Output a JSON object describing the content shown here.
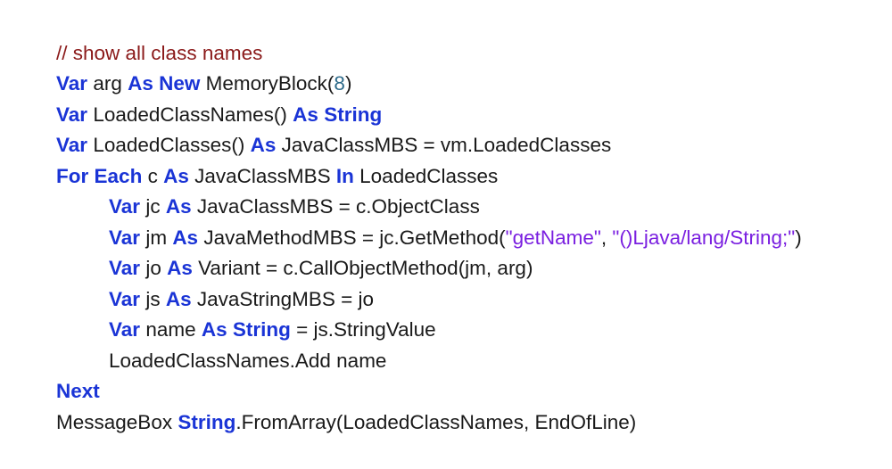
{
  "colors": {
    "keyword": "#1a34d6",
    "comment": "#8b1a1a",
    "number": "#2e6b8a",
    "string": "#7a1fe0",
    "text": "#1a1a1a",
    "background": "#ffffff"
  },
  "code": {
    "lines": [
      [
        {
          "t": "cm",
          "v": "// show all class names"
        }
      ],
      [
        {
          "t": "kw",
          "v": "Var"
        },
        {
          "t": "tx",
          "v": " arg "
        },
        {
          "t": "kw",
          "v": "As"
        },
        {
          "t": "tx",
          "v": " "
        },
        {
          "t": "kw",
          "v": "New"
        },
        {
          "t": "tx",
          "v": " MemoryBlock("
        },
        {
          "t": "num",
          "v": "8"
        },
        {
          "t": "tx",
          "v": ")"
        }
      ],
      [
        {
          "t": "kw",
          "v": "Var"
        },
        {
          "t": "tx",
          "v": " LoadedClassNames() "
        },
        {
          "t": "kw",
          "v": "As"
        },
        {
          "t": "tx",
          "v": " "
        },
        {
          "t": "kw",
          "v": "String"
        }
      ],
      [
        {
          "t": "kw",
          "v": "Var"
        },
        {
          "t": "tx",
          "v": " LoadedClasses() "
        },
        {
          "t": "kw",
          "v": "As"
        },
        {
          "t": "tx",
          "v": " JavaClassMBS = vm.LoadedClasses"
        }
      ],
      [
        {
          "t": "kw",
          "v": "For"
        },
        {
          "t": "tx",
          "v": " "
        },
        {
          "t": "kw",
          "v": "Each"
        },
        {
          "t": "tx",
          "v": " c "
        },
        {
          "t": "kw",
          "v": "As"
        },
        {
          "t": "tx",
          "v": " JavaClassMBS "
        },
        {
          "t": "kw",
          "v": "In"
        },
        {
          "t": "tx",
          "v": " LoadedClasses"
        }
      ],
      [
        {
          "t": "kw",
          "v": "Var"
        },
        {
          "t": "tx",
          "v": " jc "
        },
        {
          "t": "kw",
          "v": "As"
        },
        {
          "t": "tx",
          "v": " JavaClassMBS = c.ObjectClass"
        }
      ],
      [
        {
          "t": "kw",
          "v": "Var"
        },
        {
          "t": "tx",
          "v": " jm "
        },
        {
          "t": "kw",
          "v": "As"
        },
        {
          "t": "tx",
          "v": " JavaMethodMBS = jc.GetMethod("
        },
        {
          "t": "str",
          "v": "\"getName\""
        },
        {
          "t": "tx",
          "v": ", "
        },
        {
          "t": "str",
          "v": "\"()Ljava/lang/String;\""
        },
        {
          "t": "tx",
          "v": ")"
        }
      ],
      [
        {
          "t": "kw",
          "v": "Var"
        },
        {
          "t": "tx",
          "v": " jo "
        },
        {
          "t": "kw",
          "v": "As"
        },
        {
          "t": "tx",
          "v": " Variant = c.CallObjectMethod(jm, arg)"
        }
      ],
      [
        {
          "t": "kw",
          "v": "Var"
        },
        {
          "t": "tx",
          "v": " js "
        },
        {
          "t": "kw",
          "v": "As"
        },
        {
          "t": "tx",
          "v": " JavaStringMBS = jo"
        }
      ],
      [
        {
          "t": "kw",
          "v": "Var"
        },
        {
          "t": "tx",
          "v": " name "
        },
        {
          "t": "kw",
          "v": "As"
        },
        {
          "t": "tx",
          "v": " "
        },
        {
          "t": "kw",
          "v": "String"
        },
        {
          "t": "tx",
          "v": " = js.StringValue"
        }
      ],
      [
        {
          "t": "tx",
          "v": "LoadedClassNames.Add name"
        }
      ],
      [
        {
          "t": "kw",
          "v": "Next"
        }
      ],
      [
        {
          "t": "tx",
          "v": "MessageBox "
        },
        {
          "t": "kw",
          "v": "String"
        },
        {
          "t": "tx",
          "v": ".FromArray(LoadedClassNames, EndOfLine)"
        }
      ]
    ]
  }
}
